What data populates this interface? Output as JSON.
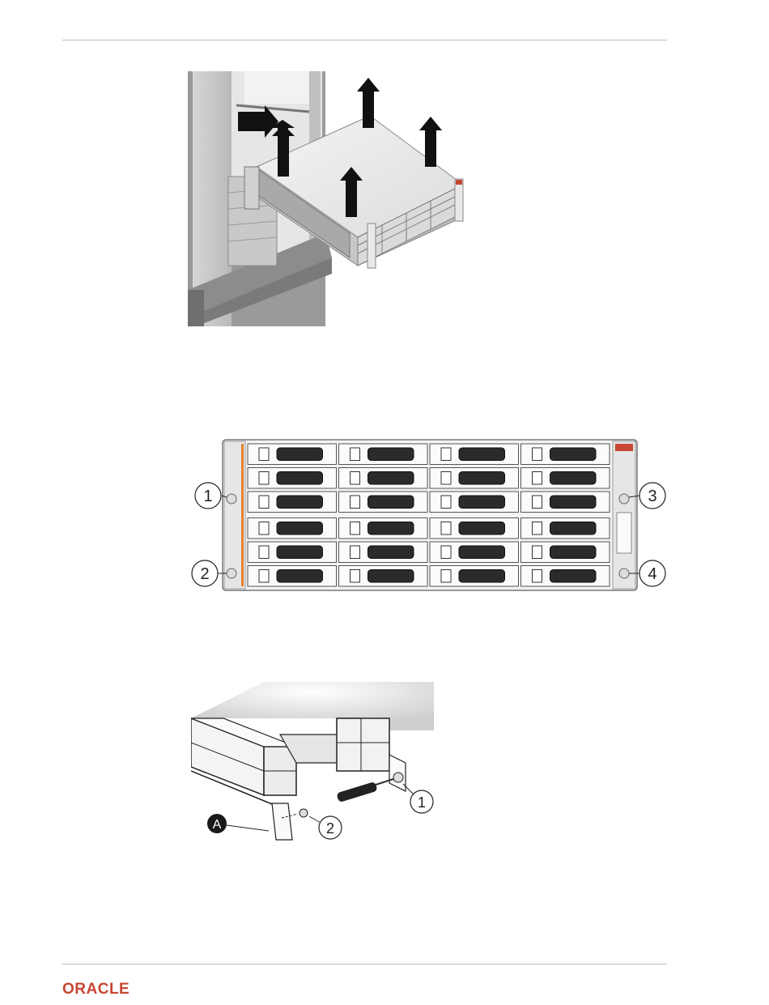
{
  "figure_front": {
    "callouts": [
      "1",
      "2",
      "3",
      "4"
    ]
  },
  "figure_rail": {
    "callouts": [
      "1",
      "2"
    ],
    "letter": "A"
  },
  "footer": {
    "brand": "ORACLE",
    "brand_color": "#c74634"
  },
  "colors": {
    "rule": "#bdbdbd",
    "arrow": "#111111",
    "orange_strip": "#e8822a"
  }
}
